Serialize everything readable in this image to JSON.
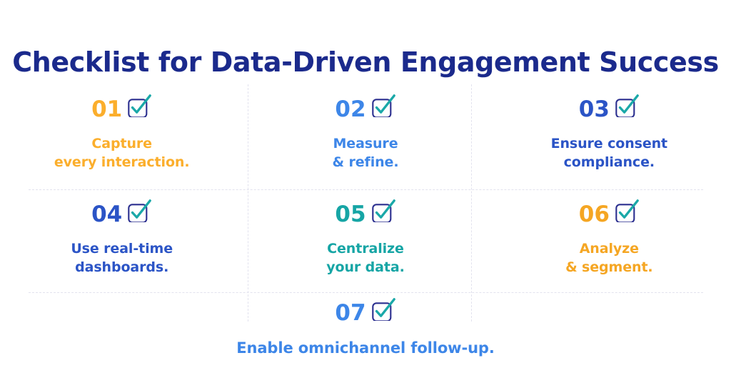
{
  "page": {
    "title": "Checklist for Data-Driven Engagement Success",
    "background": "#ffffff",
    "title_color": "#1b2a8c",
    "divider_color": "#e2e2ee"
  },
  "icons": {
    "checkbox": {
      "name": "checkbox-checked-icon",
      "box_color": "#2b2f8f",
      "check_color": "#1aa8a8"
    }
  },
  "items": [
    {
      "number": "01",
      "label": "Capture\never y interaction.",
      "label_text": "Capture\nevery interaction.",
      "color": "#fbae2c",
      "icon": "checkbox-checked-icon"
    },
    {
      "number": "02",
      "label_text": "Measure\n& refine.",
      "color": "#3d86e8",
      "icon": "checkbox-checked-icon"
    },
    {
      "number": "03",
      "label_text": "Ensure consent\ncompliance.",
      "color": "#2b54c6",
      "icon": "checkbox-checked-icon"
    },
    {
      "number": "04",
      "label_text": "Use real-time\ndashboards.",
      "color": "#2b54c6",
      "icon": "checkbox-checked-icon"
    },
    {
      "number": "05",
      "label_text": "Centralize\nyour data.",
      "color": "#16a5a5",
      "icon": "checkbox-checked-icon"
    },
    {
      "number": "06",
      "label_text": "Analyze\n& segment.",
      "color": "#f5a623",
      "icon": "checkbox-checked-icon"
    },
    {
      "number": "07",
      "label_text": "Enable omnichannel follow-up.",
      "color": "#3d86e8",
      "icon": "checkbox-checked-icon"
    }
  ]
}
